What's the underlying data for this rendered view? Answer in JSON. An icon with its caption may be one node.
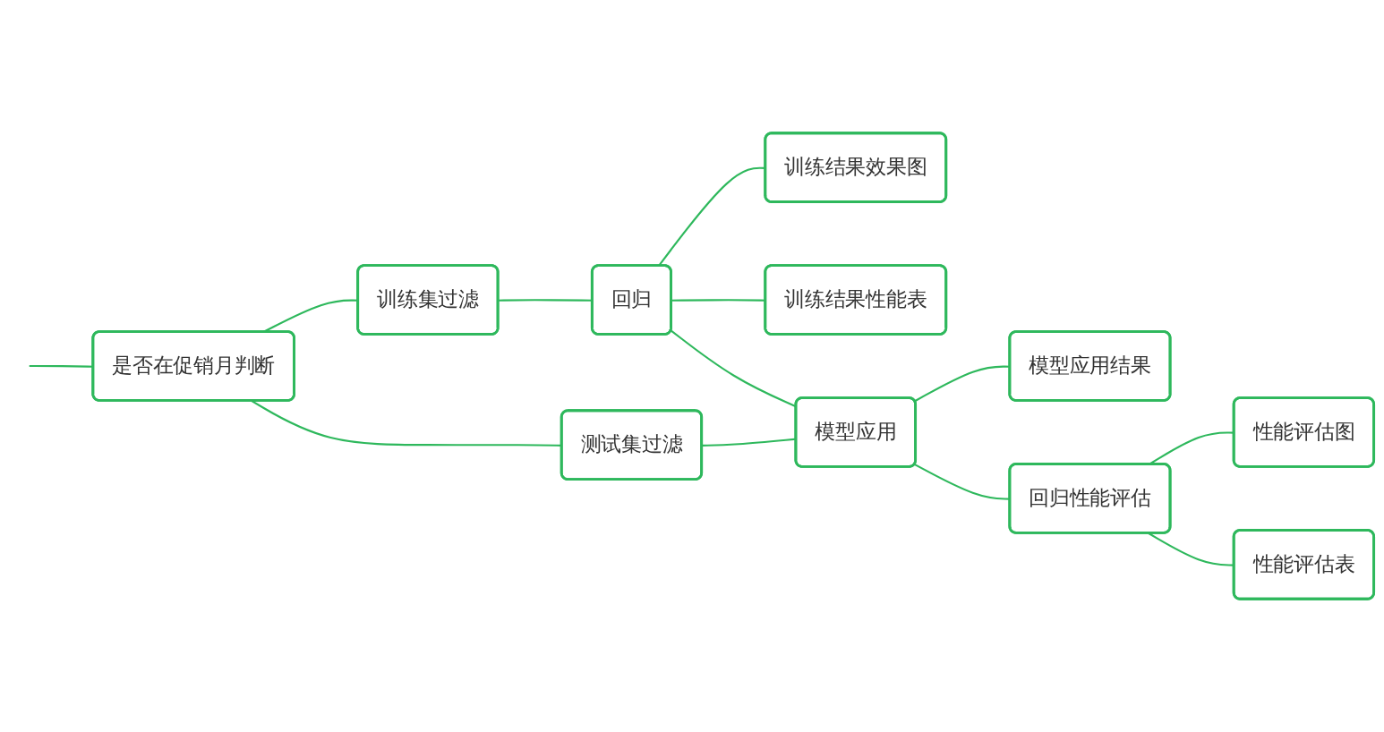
{
  "diagram": {
    "nodes": [
      {
        "text": [
          "是否在促销月判断"
        ]
      },
      {
        "text": [
          "训练集过滤"
        ]
      },
      {
        "text": [
          "测试集过滤"
        ]
      },
      {
        "text": [
          "回归"
        ]
      },
      {
        "text": [
          "训练结果效果图"
        ]
      },
      {
        "text": [
          "训练结果性能表"
        ]
      },
      {
        "text": [
          "模型应用"
        ]
      },
      {
        "text": [
          "模型应用结果"
        ]
      },
      {
        "text": [
          "回归性能评估"
        ]
      },
      {
        "text": [
          "性能评估图"
        ]
      },
      {
        "text": [
          "性能评估表"
        ]
      }
    ],
    "edges": [
      {
        "from": null,
        "to": 0,
        "arrow": "none"
      },
      {
        "from": 0,
        "to": 1,
        "arrow": "none"
      },
      {
        "from": 0,
        "to": 2,
        "arrow": "none"
      },
      {
        "from": 1,
        "to": 3,
        "arrow": "none"
      },
      {
        "from": 3,
        "to": 4,
        "arrow": "none"
      },
      {
        "from": 3,
        "to": 5,
        "arrow": "none"
      },
      {
        "from": 3,
        "to": 6,
        "arrow": "none"
      },
      {
        "from": 2,
        "to": 6,
        "arrow": "none"
      },
      {
        "from": 6,
        "to": 7,
        "arrow": "none"
      },
      {
        "from": 6,
        "to": 8,
        "arrow": "none"
      },
      {
        "from": 8,
        "to": 9,
        "arrow": "none"
      },
      {
        "from": 8,
        "to": 10,
        "arrow": "none"
      }
    ]
  }
}
